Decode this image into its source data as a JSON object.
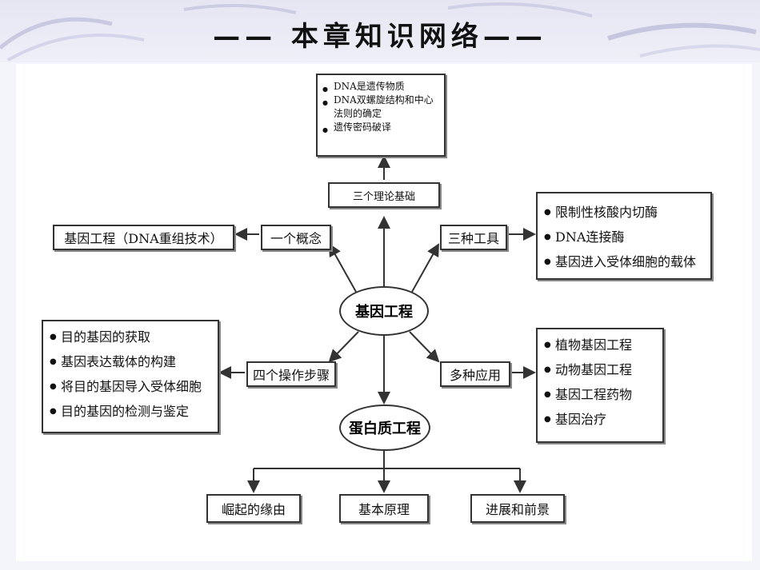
{
  "title": "—— 本章知识网络——",
  "center": "基因工程",
  "protein": "蛋白质工程",
  "concept": {
    "label": "一个概念",
    "definition": "基因工程（DNA重组技术）"
  },
  "theory": {
    "label": "三个理论基础",
    "items": [
      "DNA是遗传物质",
      "DNA双螺旋结构和中心法则的确定",
      "遗传密码破译"
    ]
  },
  "tools": {
    "label": "三种工具",
    "items": [
      "限制性核酸内切酶",
      "DNA连接酶",
      "基因进入受体细胞的载体"
    ]
  },
  "steps": {
    "label": "四个操作步骤",
    "items": [
      "目的基因的获取",
      "基因表达载体的构建",
      "将目的基因导入受体细胞",
      "目的基因的检测与鉴定"
    ]
  },
  "applications": {
    "label": "多种应用",
    "items": [
      "植物基因工程",
      "动物基因工程",
      "基因工程药物",
      "基因治疗"
    ]
  },
  "protein_branches": [
    "崛起的缘由",
    "基本原理",
    "进展和前景"
  ]
}
